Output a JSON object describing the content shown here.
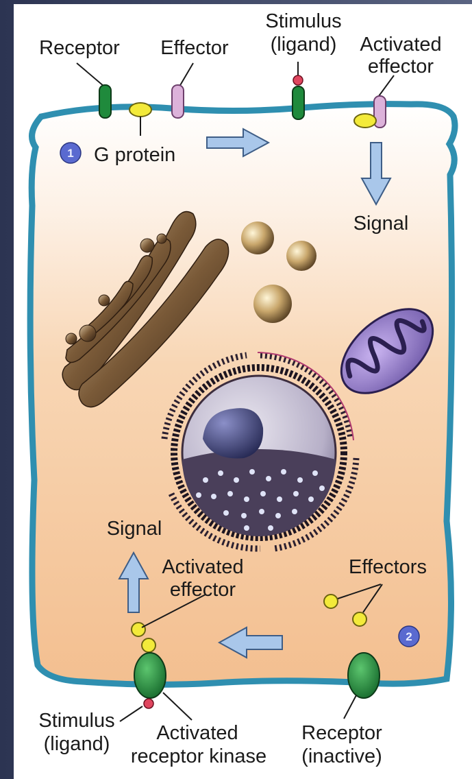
{
  "labels": {
    "receptor_top": "Receptor",
    "effector_top": "Effector",
    "stimulus_top_line1": "Stimulus",
    "stimulus_top_line2": "(ligand)",
    "activated_effector_top_line1": "Activated",
    "activated_effector_top_line2": "effector",
    "g_protein": "G protein",
    "signal_top": "Signal",
    "signal_bottom": "Signal",
    "activated_effector_bottom_line1": "Activated",
    "activated_effector_bottom_line2": "effector",
    "effectors": "Effectors",
    "stimulus_bottom_line1": "Stimulus",
    "stimulus_bottom_line2": "(ligand)",
    "activated_kinase_line1": "Activated",
    "activated_kinase_line2": "receptor kinase",
    "receptor_inactive_line1": "Receptor",
    "receptor_inactive_line2": "(inactive)"
  },
  "badges": {
    "pathway_1": "1",
    "pathway_2": "2"
  },
  "colors": {
    "frame_dark": "#3d4766",
    "page_bg": "#ffffff",
    "membrane": "#2f8fb0",
    "receptor_green": "#1f8a3c",
    "effector_pink": "#dcb2da",
    "g_protein_yellow": "#f3ea3a",
    "ligand_red": "#e0465f",
    "arrow_blue": "#a9c7ea",
    "badge_purple": "#5a6ad0",
    "mitochondrion": "#9b7fd4"
  }
}
